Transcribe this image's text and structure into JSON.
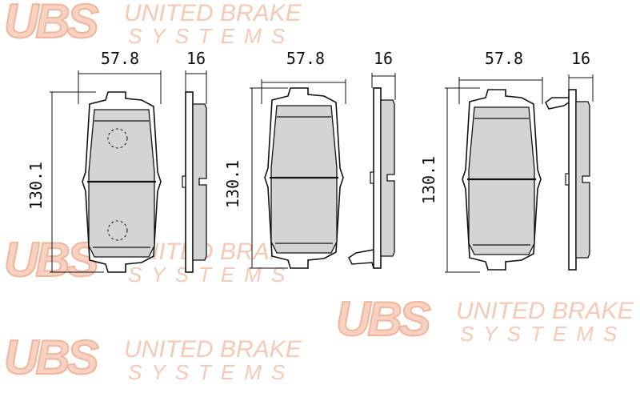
{
  "watermark": {
    "logo": "UBS",
    "line1": "UNITED BRAKE",
    "line2": "SYSTEMS"
  },
  "pads": [
    {
      "width_label": "57.8",
      "thickness_label": "16",
      "height_label": "130.1"
    },
    {
      "width_label": "57.8",
      "thickness_label": "16",
      "height_label": "130.1"
    },
    {
      "width_label": "57.8",
      "thickness_label": "16",
      "height_label": "130.1"
    }
  ],
  "colors": {
    "friction": "#d4d4d4",
    "line": "#111111",
    "watermark": "#f6c9b6"
  }
}
